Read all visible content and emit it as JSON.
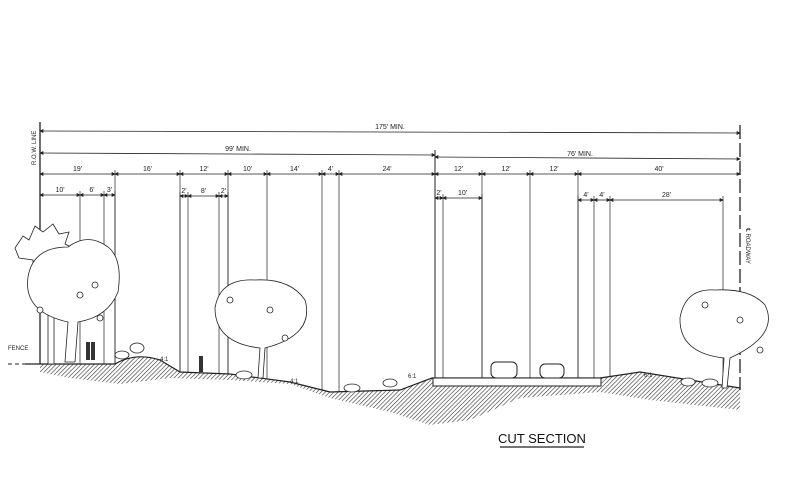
{
  "drawing": {
    "title": "CUT SECTION",
    "row_line_label": "R.O.W. LINE",
    "centerline_label": "℄ ROADWAY",
    "fence_label": "FENCE",
    "overall": {
      "total": "175' MIN.",
      "left": "99' MIN.",
      "right": "76' MIN."
    },
    "row3": [
      "19'",
      "16'",
      "12'",
      "10'",
      "14'",
      "4'",
      "24'",
      "12'",
      "12'",
      "12'",
      "40'"
    ],
    "row4_left": [
      "10'",
      "6'",
      "3'"
    ],
    "row4_path": [
      "2'",
      "8'",
      "2'"
    ],
    "row4_road": [
      "2'",
      "10'"
    ],
    "row4_right": [
      "4'",
      "4'",
      "28'"
    ],
    "slopes": [
      "4:1",
      "4:1",
      "6:1",
      "6:1"
    ]
  }
}
